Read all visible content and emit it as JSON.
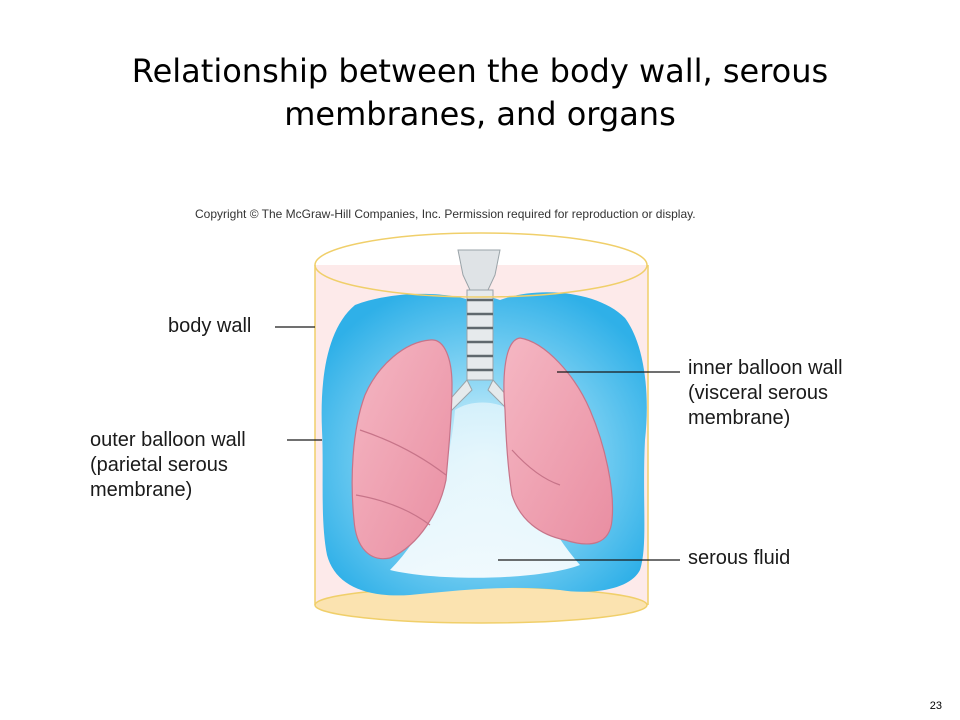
{
  "slide": {
    "title_line1": "Relationship between the body wall, serous",
    "title_line2": "membranes, and organs",
    "page_number": "23"
  },
  "figure": {
    "copyright": "Copyright © The McGraw-Hill Companies, Inc. Permission required for reproduction or display.",
    "labels": {
      "body_wall": "body wall",
      "outer_balloon": [
        "outer balloon wall",
        "(parietal serous",
        "membrane)"
      ],
      "inner_balloon": [
        "inner balloon wall",
        "(visceral serous",
        "membrane)"
      ],
      "serous_fluid": "serous fluid"
    },
    "colors": {
      "body_wall_fill": "#fde8e8",
      "body_wall_outline": "#f2d26a",
      "membrane_blue": "#3db8ec",
      "lung_pink": "#f1a3b3",
      "trachea_gray": "#d8dde0"
    }
  }
}
